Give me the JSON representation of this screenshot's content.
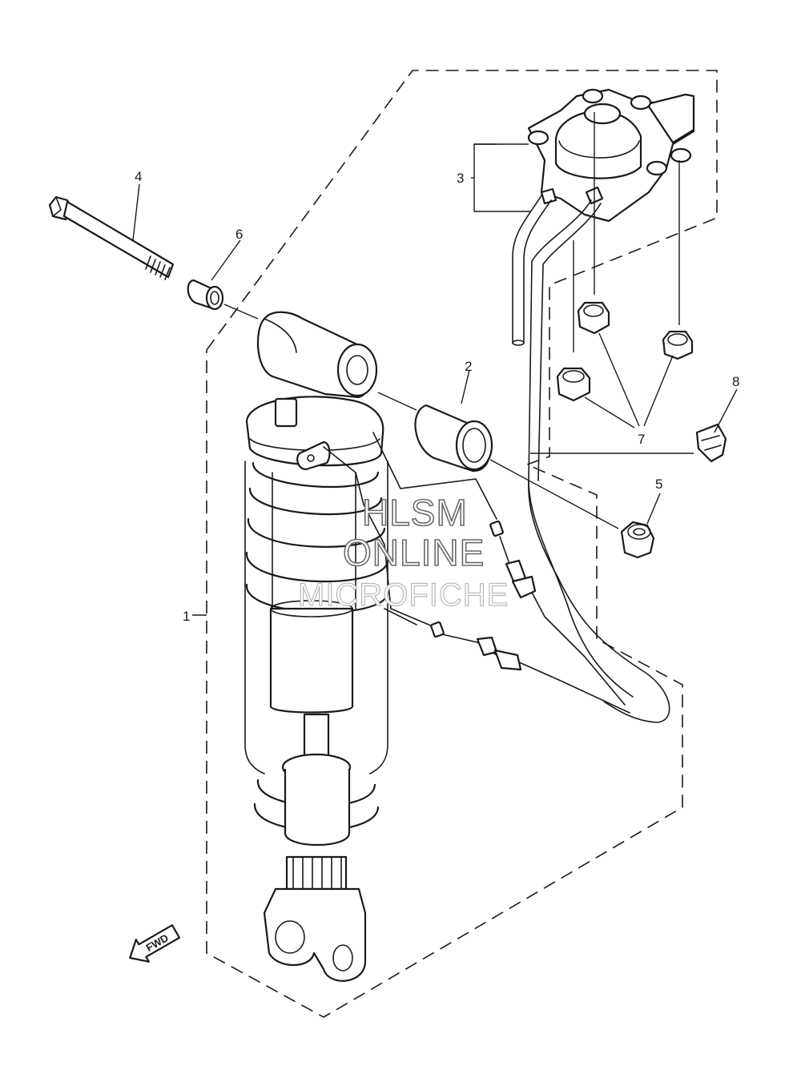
{
  "callouts": [
    {
      "number": "1",
      "part": "shock-absorber-assembly"
    },
    {
      "number": "2",
      "part": "collar"
    },
    {
      "number": "3",
      "part": "adjuster-assembly"
    },
    {
      "number": "4",
      "part": "bolt"
    },
    {
      "number": "5",
      "part": "nut"
    },
    {
      "number": "6",
      "part": "collar-small"
    },
    {
      "number": "7",
      "part": "grommets"
    },
    {
      "number": "8",
      "part": "clip"
    }
  ],
  "direction_label": "FWD",
  "watermark": {
    "line1": "HLSM",
    "line2": "ONLINE",
    "line3": "MICROFICHE"
  }
}
